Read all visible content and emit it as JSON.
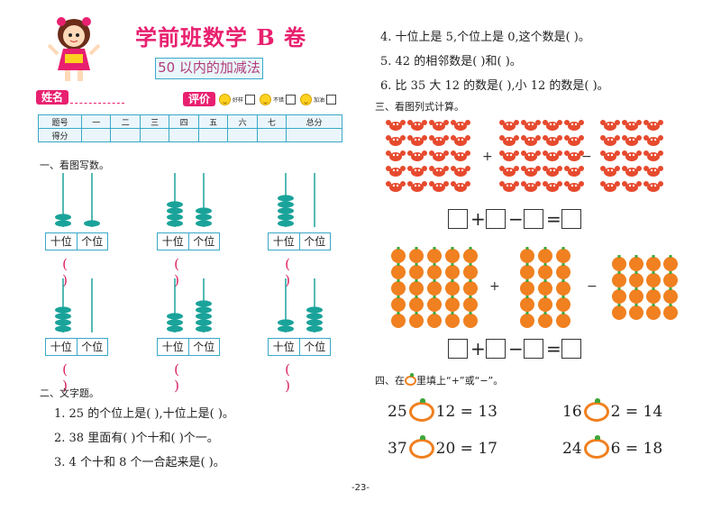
{
  "header": {
    "title": "学前班数学 B 卷",
    "subtitle": "50 以内的加减法",
    "name_label": "姓名",
    "eval_label": "评价",
    "eval_options": [
      "好样",
      "不错",
      "加油"
    ]
  },
  "score_table": {
    "row1": [
      "题号",
      "一",
      "二",
      "三",
      "四",
      "五",
      "六",
      "七",
      "总分"
    ],
    "row2_label": "得分"
  },
  "section1": {
    "title": "一、看图写数。",
    "place_tens": "十位",
    "place_ones": "个位",
    "parens": "(   )",
    "abacuses": [
      {
        "tens": 2,
        "ones": 1
      },
      {
        "tens": 4,
        "ones": 3
      },
      {
        "tens": 5,
        "ones": 0
      },
      {
        "tens": 4,
        "ones": 0
      },
      {
        "tens": 3,
        "ones": 5
      },
      {
        "tens": 2,
        "ones": 4
      }
    ]
  },
  "section2": {
    "title": "二、文字题。",
    "q1": "1. 25 的个位上是(      ),十位上是(      )。",
    "q2": "2. 38 里面有(      )个十和(      )个一。",
    "q3": "3. 4 个十和 8 个一合起来是(      )。",
    "q4": "4. 十位上是 5,个位上是 0,这个数是(      )。",
    "q5": "5. 42 的相邻数是(      )和(      )。",
    "q6": "6. 比 35 大 12 的数是(   ),小 12 的数是(   )。"
  },
  "section3": {
    "title": "三、看图列式计算。",
    "plus": "+",
    "minus": "−",
    "equals": "="
  },
  "section4": {
    "title_before": "四、在",
    "title_after": "里填上“+”或“−”。",
    "items": [
      {
        "left": "25",
        "right": "12 = 13"
      },
      {
        "left": "16",
        "right": "2 = 14"
      },
      {
        "left": "37",
        "right": "20 = 17"
      },
      {
        "left": "24",
        "right": "6 = 18"
      }
    ]
  },
  "page_number": "-23-",
  "colors": {
    "title": "#e8206f",
    "border": "#3aa8c8",
    "bead": "#1aa39a",
    "orange": "#f08020",
    "crab": "#e64a2e"
  }
}
